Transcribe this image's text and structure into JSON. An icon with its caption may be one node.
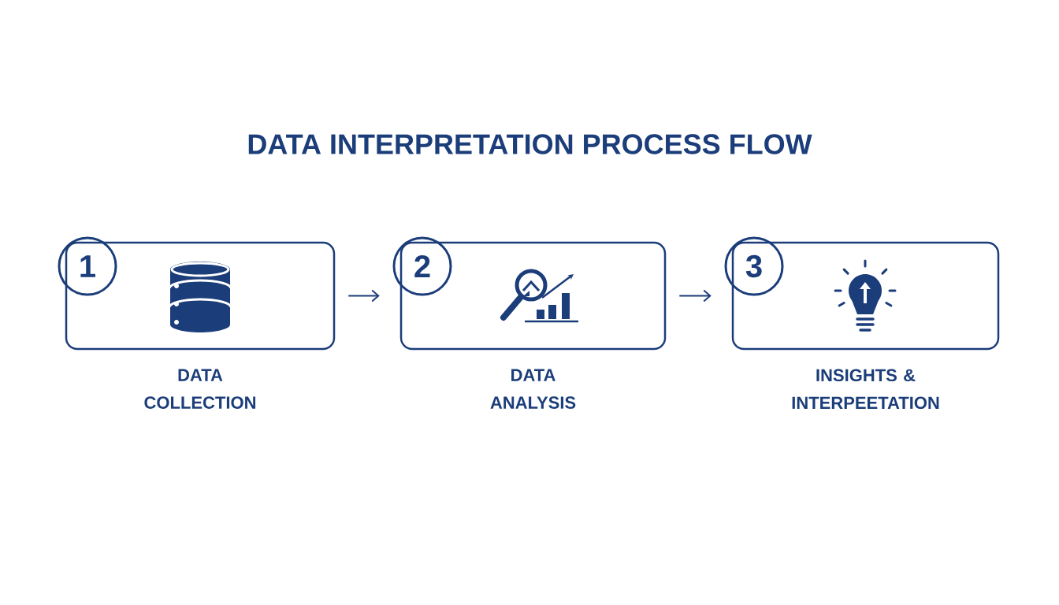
{
  "diagram": {
    "title": "DATA INTERPRETATION PROCESS FLOW",
    "nodes": [
      {
        "text": [
          "1"
        ]
      },
      {
        "text": [
          "DATA COLLECTION"
        ]
      },
      {
        "text": [
          "2"
        ]
      },
      {
        "text": [
          "DATA ANALYSIS"
        ]
      },
      {
        "text": [
          "3"
        ]
      },
      {
        "text": [
          "INSIGHTS & INTERPEETATION"
        ]
      }
    ],
    "edges": [
      {
        "from": 1,
        "to": 3,
        "arrow": "to"
      },
      {
        "from": 3,
        "to": 5,
        "arrow": "to"
      }
    ]
  }
}
